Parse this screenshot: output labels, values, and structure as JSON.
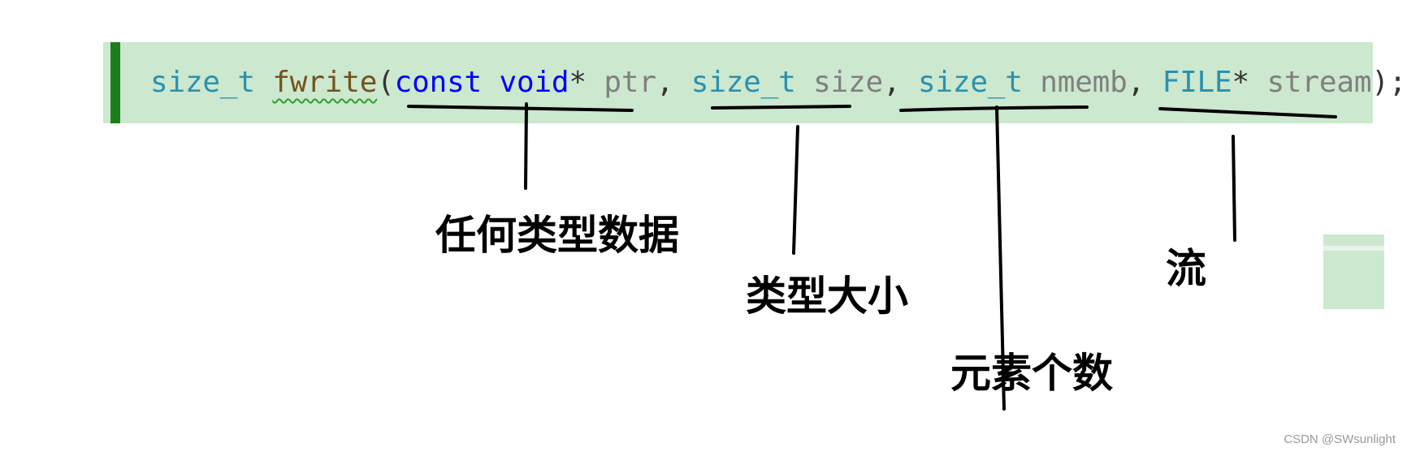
{
  "code": {
    "tokens": [
      {
        "text": "size_t",
        "kind": "type"
      },
      {
        "text": " ",
        "kind": "punct"
      },
      {
        "text": "fwrite",
        "kind": "func"
      },
      {
        "text": "(",
        "kind": "punct"
      },
      {
        "text": "const",
        "kind": "kw"
      },
      {
        "text": " ",
        "kind": "punct"
      },
      {
        "text": "void",
        "kind": "kw"
      },
      {
        "text": "* ",
        "kind": "punct"
      },
      {
        "text": "ptr",
        "kind": "param"
      },
      {
        "text": ", ",
        "kind": "punct"
      },
      {
        "text": "size_t",
        "kind": "type"
      },
      {
        "text": " ",
        "kind": "punct"
      },
      {
        "text": "size",
        "kind": "param"
      },
      {
        "text": ", ",
        "kind": "punct"
      },
      {
        "text": "size_t",
        "kind": "type"
      },
      {
        "text": " ",
        "kind": "punct"
      },
      {
        "text": "nmemb",
        "kind": "param"
      },
      {
        "text": ", ",
        "kind": "punct"
      },
      {
        "text": "FILE",
        "kind": "type"
      },
      {
        "text": "* ",
        "kind": "punct"
      },
      {
        "text": "stream",
        "kind": "param"
      },
      {
        "text": ");",
        "kind": "punct"
      }
    ]
  },
  "annotations": {
    "ptr_label": "任何类型数据",
    "size_label": "类型大小",
    "nmemb_label": "元素个数",
    "stream_label": "流"
  },
  "watermark": "CSDN @SWsunlight",
  "colors": {
    "line_highlight": "#cce8cf",
    "gutter_marker": "#1a7f1a",
    "type": "#2b91af",
    "keyword": "#0000ff",
    "function": "#74531f",
    "parameter": "#808080",
    "squiggle": "#2e9e2e"
  }
}
